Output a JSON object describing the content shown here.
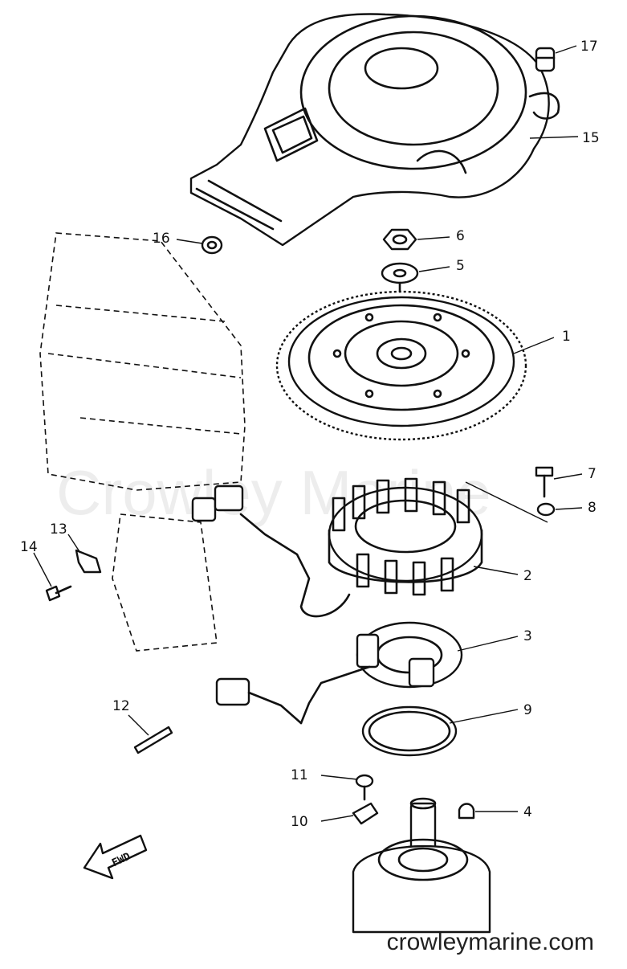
{
  "watermark": "Crowley Marine",
  "site": "crowleymarine.com",
  "direction_label": "FWD",
  "callouts": [
    "1",
    "2",
    "3",
    "4",
    "5",
    "6",
    "7",
    "8",
    "9",
    "10",
    "11",
    "12",
    "13",
    "14",
    "15",
    "16",
    "17"
  ]
}
